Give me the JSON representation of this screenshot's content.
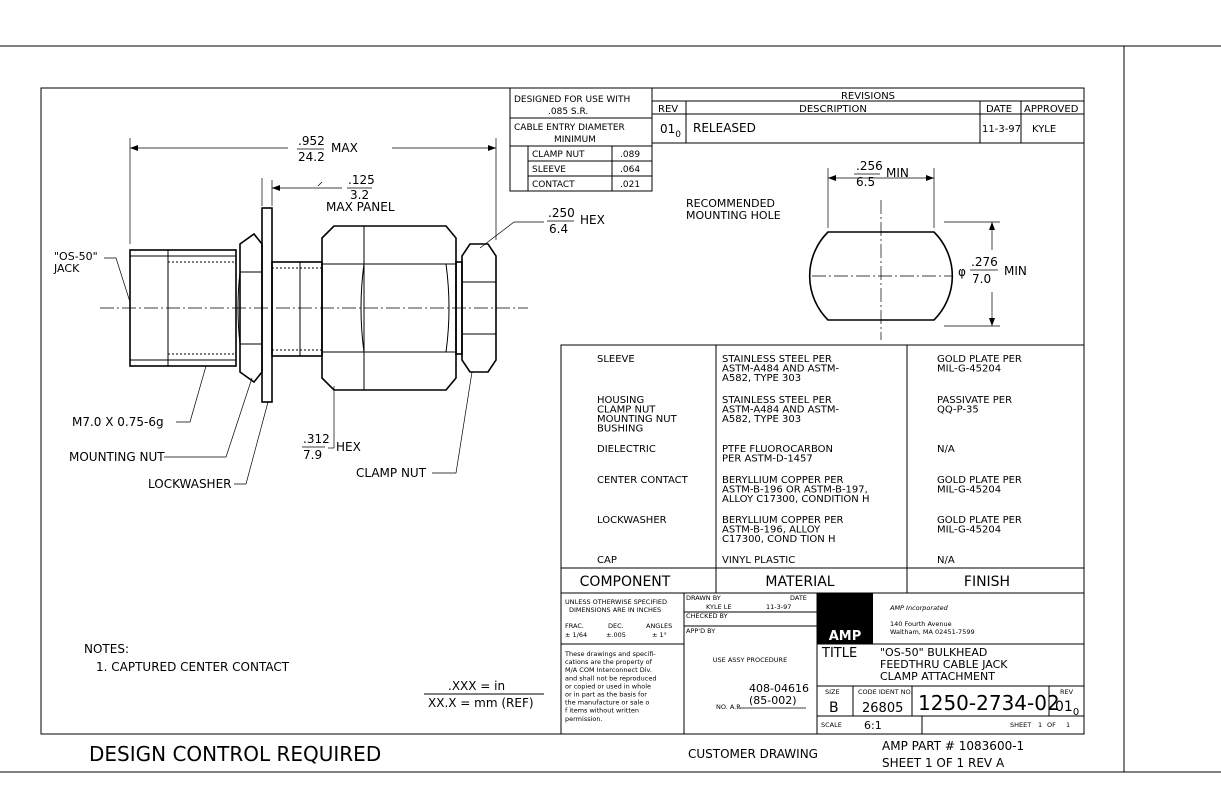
{
  "dimensions": {
    "max_length_in": ".952",
    "max_length_mm": "24.2",
    "max_label": "MAX",
    "max_panel_in": ".125",
    "max_panel_mm": "3.2",
    "max_panel_label": "MAX PANEL",
    "hex_small_in": ".250",
    "hex_small_mm": "6.4",
    "hex_small_label": "HEX",
    "hex_large_in": ".312",
    "hex_large_mm": "7.9",
    "hex_large_label": "HEX",
    "hole_width_in": ".256",
    "hole_width_mm": "6.5",
    "hole_width_label": "MIN",
    "hole_dia_symbol": "φ",
    "hole_dia_in": ".276",
    "hole_dia_mm": "7.0",
    "hole_dia_label": "MIN"
  },
  "labels": {
    "jack_line1": "\"OS-50\"",
    "jack_line2": "JACK",
    "thread": "M7.0 X 0.75-6g",
    "mounting_nut": "MOUNTING NUT",
    "lockwasher": "LOCKWASHER",
    "clamp_nut": "CLAMP NUT",
    "mounting_hole_line1": "RECOMMENDED",
    "mounting_hole_line2": "MOUNTING HOLE"
  },
  "notes": {
    "title": "NOTES:",
    "items": [
      "1. CAPTURED CENTER CONTACT"
    ]
  },
  "units": {
    "inch": ".XXX = in",
    "mm": "XX.X = mm (REF)"
  },
  "design_table": {
    "title_line1": "DESIGNED FOR USE WITH",
    "title_line2": ".085 S.R.",
    "entry_line1": "CABLE ENTRY DIAMETER",
    "entry_line2": "MINIMUM",
    "rows": [
      {
        "name": "CLAMP NUT",
        "value": ".089"
      },
      {
        "name": "SLEEVE",
        "value": ".064"
      },
      {
        "name": "CONTACT",
        "value": ".021"
      }
    ]
  },
  "revisions": {
    "title": "REVISIONS",
    "headers": {
      "rev": "REV",
      "description": "DESCRIPTION",
      "date": "DATE",
      "approved": "APPROVED"
    },
    "row": {
      "rev": "01",
      "rev_sub": "0",
      "description": "RELEASED",
      "date": "11-3-97",
      "approved": "KYLE"
    }
  },
  "materials": {
    "headers": {
      "component": "COMPONENT",
      "material": "MATERIAL",
      "finish": "FINISH"
    },
    "rows": [
      {
        "component": [
          "SLEEVE"
        ],
        "material": [
          "STAINLESS STEEL PER",
          "ASTM-A484 AND ASTM-",
          "A582, TYPE 303"
        ],
        "finish": [
          "GOLD PLATE PER",
          "MIL-G-45204"
        ]
      },
      {
        "component": [
          "HOUSING",
          "CLAMP NUT",
          "MOUNTING NUT",
          "BUSHING"
        ],
        "material": [
          "STAINLESS STEEL PER",
          "ASTM-A484 AND ASTM-",
          "A582, TYPE 303"
        ],
        "finish": [
          "PASSIVATE PER",
          "QQ-P-35"
        ]
      },
      {
        "component": [
          "DIELECTRIC"
        ],
        "material": [
          "PTFE FLUOROCARBON",
          "PER ASTM-D-1457"
        ],
        "finish": [
          "N/A"
        ]
      },
      {
        "component": [
          "CENTER CONTACT"
        ],
        "material": [
          "BERYLLIUM COPPER PER",
          "ASTM-B-196 OR ASTM-B-197,",
          "ALLOY C17300, CONDITION H"
        ],
        "finish": [
          "GOLD PLATE PER",
          "MIL-G-45204"
        ]
      },
      {
        "component": [
          "LOCKWASHER"
        ],
        "material": [
          "BERYLLIUM COPPER PER",
          "ASTM-B-196, ALLOY",
          "C17300, COND TION H"
        ],
        "finish": [
          "GOLD PLATE PER",
          "MIL-G-45204"
        ]
      },
      {
        "component": [
          "CAP"
        ],
        "material": [
          "VINYL PLASTIC"
        ],
        "finish": [
          "N/A"
        ]
      }
    ]
  },
  "title_block": {
    "tolerance_line1": "UNLESS OTHERWISE SPECIFIED",
    "tolerance_line2": "DIMENSIONS ARE IN INCHES",
    "frac_label": "FRAC.",
    "frac_value": "± 1/64",
    "dec_label": "DEC.",
    "dec_value": "±.005",
    "angles_label": "ANGLES",
    "angles_value": "± 1°",
    "drawn_by_label": "DRAWN BY",
    "date_label": "DATE",
    "drawn_by": "KYLE LE",
    "drawn_date": "11-3-97",
    "checked_by_label": "CHECKED BY",
    "approved_by_label": "APP'D BY",
    "proprietary": [
      "These drawings and specifi-",
      "cations are the property of",
      "M/A COM Interconnect Div.",
      "and shall not be reproduced",
      "or copied or used in whole",
      "or in part as the basis for",
      "the manufacture or sale o",
      "f items without written",
      "permission."
    ],
    "use_assy_label": "USE ASSY PROCEDURE",
    "procedure_1": "408-04616",
    "procedure_2": "(85-002)",
    "no_ap_label": "NO. A.P.",
    "logo_text": "AMP",
    "company": "AMP Incorporated",
    "address_1": "140 Fourth Avenue",
    "address_2": "Waltham, MA 02451-7599",
    "title_label": "TITLE",
    "title_lines": [
      "\"OS-50\" BULKHEAD",
      "FEEDTHRU CABLE JACK",
      "CLAMP ATTACHMENT"
    ],
    "size_label": "SIZE",
    "size": "B",
    "cage_label": "CODE IDENT NO.",
    "cage": "26805",
    "drawing_number": "1250-2734-02",
    "rev_label": "REV",
    "rev": "01",
    "rev_sub": "0",
    "scale_label": "SCALE",
    "scale": "6:1",
    "sheet_label": "SHEET",
    "sheet": "1",
    "sheet_of_label": "OF",
    "sheet_total": "1"
  },
  "footer": {
    "design_control": "DESIGN CONTROL REQUIRED",
    "customer_drawing": "CUSTOMER DRAWING",
    "amp_part": "AMP PART # 1083600-1",
    "sheet_info": "SHEET 1 OF 1  REV A"
  }
}
